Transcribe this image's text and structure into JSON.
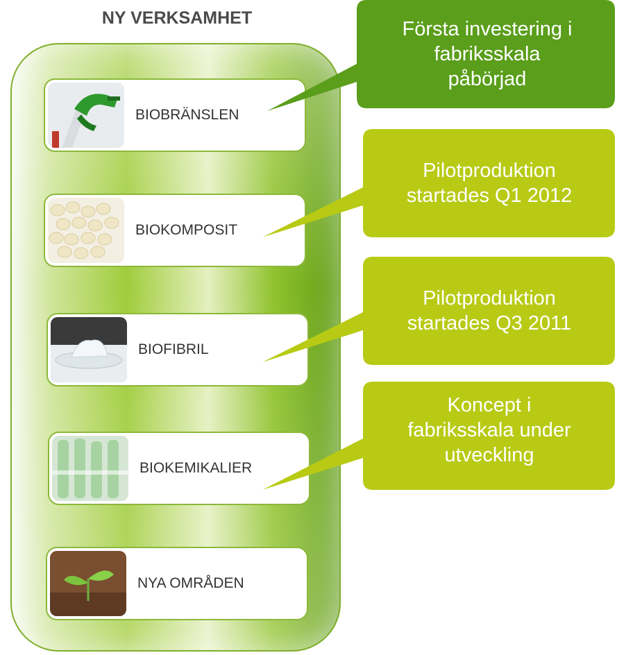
{
  "title": "NY VERKSAMHET",
  "colors": {
    "dark_green": "#5a9e1b",
    "lime": "#b8ca14",
    "card_border": "#8cb83a"
  },
  "items": [
    {
      "label": "BIOBRÄNSLEN",
      "icon": "fuel-nozzle-icon"
    },
    {
      "label": "BIOKOMPOSIT",
      "icon": "pellets-icon"
    },
    {
      "label": "BIOFIBRIL",
      "icon": "fibril-gel-icon"
    },
    {
      "label": "BIOKEMIKALIER",
      "icon": "test-tubes-icon"
    },
    {
      "label": "NYA OMRÅDEN",
      "icon": "sprout-icon"
    }
  ],
  "callouts": [
    {
      "lines": [
        "Första investering i",
        "fabriksskala",
        "påbörjad"
      ]
    },
    {
      "lines": [
        "Pilotproduktion",
        "startades Q1 2012"
      ]
    },
    {
      "lines": [
        "Pilotproduktion",
        "startades Q3 2011"
      ]
    },
    {
      "lines": [
        "Koncept i",
        "fabriksskala under",
        "utveckling"
      ]
    }
  ]
}
